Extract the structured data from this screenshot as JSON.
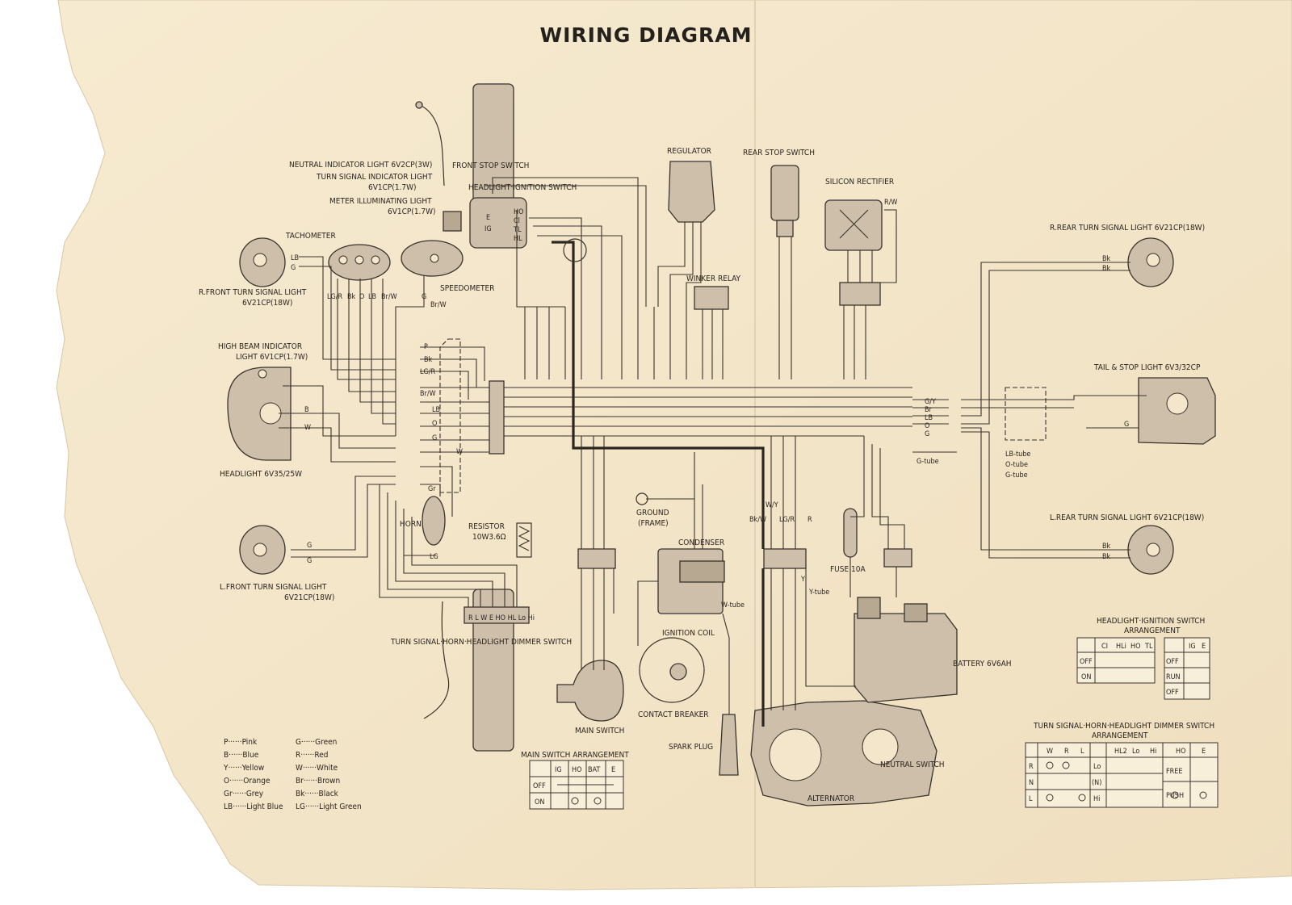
{
  "title": "WIRING DIAGRAM",
  "components": {
    "neutral_indicator": "NEUTRAL INDICATOR LIGHT 6V2CP(3W)",
    "turn_indicator": "TURN SIGNAL INDICATOR LIGHT",
    "turn_indicator_spec": "6V1CP(1.7W)",
    "meter_light": "METER ILLUMINATING LIGHT",
    "meter_light_spec": "6V1CP(1.7W)",
    "front_stop": "FRONT STOP SWITCH",
    "hl_ign_switch": "HEADLIGHT·IGNITION SWITCH",
    "tachometer": "TACHOMETER",
    "speedometer": "SPEEDOMETER",
    "r_front_turn": "R.FRONT TURN SIGNAL LIGHT",
    "r_front_turn_spec": "6V21CP(18W)",
    "high_beam": "HIGH BEAM INDICATOR",
    "high_beam_spec": "LIGHT 6V1CP(1.7W)",
    "headlight": "HEADLIGHT 6V35/25W",
    "l_front_turn": "L.FRONT TURN SIGNAL LIGHT",
    "l_front_turn_spec": "6V21CP(18W)",
    "horn": "HORN",
    "resistor": "RESISTOR",
    "resistor_spec": "10W3.6Ω",
    "dimmer_switch": "TURN SIGNAL·HORN·HEADLIGHT DIMMER SWITCH",
    "regulator": "REGULATOR",
    "rear_stop": "REAR STOP SWITCH",
    "rectifier": "SILICON RECTIFIER",
    "winker_relay": "WINKER RELAY",
    "ground": "GROUND",
    "ground_sub": "(FRAME)",
    "condenser": "CONDENSER",
    "ignition_coil": "IGNITION COIL",
    "contact_breaker": "CONTACT BREAKER",
    "main_switch": "MAIN SWITCH",
    "spark_plug": "SPARK PLUG",
    "alternator": "ALTERNATOR",
    "neutral_switch": "NEUTRAL SWITCH",
    "fuse": "FUSE 10A",
    "battery": "BATTERY 6V6AH",
    "r_rear_turn": "R.REAR TURN SIGNAL LIGHT 6V21CP(18W)",
    "tail_stop": "TAIL & STOP LIGHT 6V3/32CP",
    "l_rear_turn": "L.REAR TURN SIGNAL LIGHT 6V21CP(18W)",
    "w_tube": "W-tube",
    "y_tube": "Y-tube",
    "g_tube": "G-tube",
    "lb_tube": "LB-tube",
    "o_tube": "O-tube",
    "g_tube2": "G-tube"
  },
  "legend": [
    {
      "code": "P",
      "name": "Pink"
    },
    {
      "code": "B",
      "name": "Blue"
    },
    {
      "code": "Y",
      "name": "Yellow"
    },
    {
      "code": "O",
      "name": "Orange"
    },
    {
      "code": "Gr",
      "name": "Grey"
    },
    {
      "code": "LB",
      "name": "Light Blue"
    },
    {
      "code": "G",
      "name": "Green"
    },
    {
      "code": "R",
      "name": "Red"
    },
    {
      "code": "W",
      "name": "White"
    },
    {
      "code": "Br",
      "name": "Brown"
    },
    {
      "code": "Bk",
      "name": "Black"
    },
    {
      "code": "LG",
      "name": "Light Green"
    }
  ],
  "tables": {
    "main_switch": {
      "title": "MAIN SWITCH ARRANGEMENT",
      "headers": [
        "IG",
        "HO",
        "BAT",
        "E"
      ],
      "rows": [
        "OFF",
        "ON"
      ]
    },
    "hl_ign": {
      "title": "HEADLIGHT·IGNITION SWITCH",
      "subtitle": "ARRANGEMENT",
      "headers_left": [
        "CI",
        "HLi",
        "HO",
        "TL"
      ],
      "headers_right": [
        "IG",
        "E"
      ],
      "rows_left": [
        "OFF",
        "ON"
      ],
      "rows_right": [
        "OFF",
        "RUN",
        "OFF"
      ]
    },
    "dimmer": {
      "title": "TURN SIGNAL·HORN·HEADLIGHT DIMMER SWITCH",
      "subtitle": "ARRANGEMENT",
      "headers_a": [
        "W",
        "R",
        "L"
      ],
      "rows_a": [
        "R",
        "N",
        "L"
      ],
      "headers_b": [
        "HL2",
        "Lo",
        "Hi"
      ],
      "rows_b": [
        "Lo",
        "(N)",
        "Hi"
      ],
      "headers_c": [
        "HO",
        "E"
      ],
      "rows_c": [
        "FREE",
        "PUSH"
      ]
    }
  },
  "wire_labels": {
    "tach_lb": "LB",
    "tach_g": "G",
    "lgr": "LG/R",
    "bk1": "Bk",
    "o1": "O",
    "lb1": "LB",
    "brw1": "Br/W",
    "g1": "G",
    "brw2": "Br/W",
    "p1": "P",
    "bk2": "Bk",
    "lgr2": "LG/R",
    "brw3": "Br/W",
    "lb2": "LB",
    "o2": "O",
    "g2": "G",
    "w1": "W",
    "gr1": "Gr",
    "lg1": "LG",
    "b1": "B",
    "w2": "W",
    "g3": "G",
    "g4": "G",
    "wy": "W/Y",
    "bkw": "Bk/W",
    "lgr3": "LG/R",
    "r1": "R",
    "gy": "G/Y",
    "br1": "Br",
    "lb3": "LB",
    "o3": "O",
    "g5": "G",
    "bk3": "Bk",
    "bk4": "Bk",
    "bk5": "Bk",
    "bk6": "Bk",
    "g6": "G",
    "rw": "R/W",
    "y1": "Y"
  },
  "colors": {
    "paper": "#f3e6ca",
    "ink": "#2b2520",
    "part": "#cdbfa9"
  }
}
